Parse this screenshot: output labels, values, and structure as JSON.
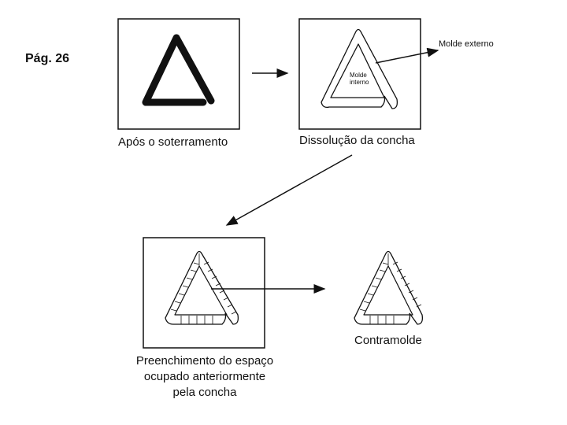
{
  "page_label": "Pág. 26",
  "steps": {
    "step1": {
      "caption": "Após o soterramento"
    },
    "step2": {
      "caption": "Dissolução da concha",
      "label_external": "Molde externo",
      "label_internal_1": "Molde",
      "label_internal_2": "interno"
    },
    "step3": {
      "caption_line1": "Preenchimento do espaço",
      "caption_line2": "ocupado anteriormente",
      "caption_line3": "pela concha"
    },
    "step4": {
      "caption": "Contramolde"
    }
  }
}
